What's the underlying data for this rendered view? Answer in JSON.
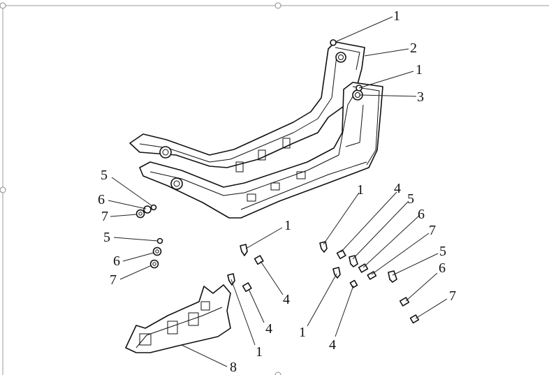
{
  "diagram": {
    "callouts": [
      {
        "label": "1"
      },
      {
        "label": "2"
      },
      {
        "label": "1"
      },
      {
        "label": "3"
      },
      {
        "label": "5"
      },
      {
        "label": "6"
      },
      {
        "label": "7"
      },
      {
        "label": "5"
      },
      {
        "label": "6"
      },
      {
        "label": "7"
      },
      {
        "label": "1"
      },
      {
        "label": "4"
      },
      {
        "label": "4"
      },
      {
        "label": "1"
      },
      {
        "label": "1"
      },
      {
        "label": "4"
      },
      {
        "label": "5"
      },
      {
        "label": "6"
      },
      {
        "label": "7"
      },
      {
        "label": "5"
      },
      {
        "label": "6"
      },
      {
        "label": "7"
      },
      {
        "label": "1"
      },
      {
        "label": "4"
      },
      {
        "label": "8"
      }
    ]
  }
}
